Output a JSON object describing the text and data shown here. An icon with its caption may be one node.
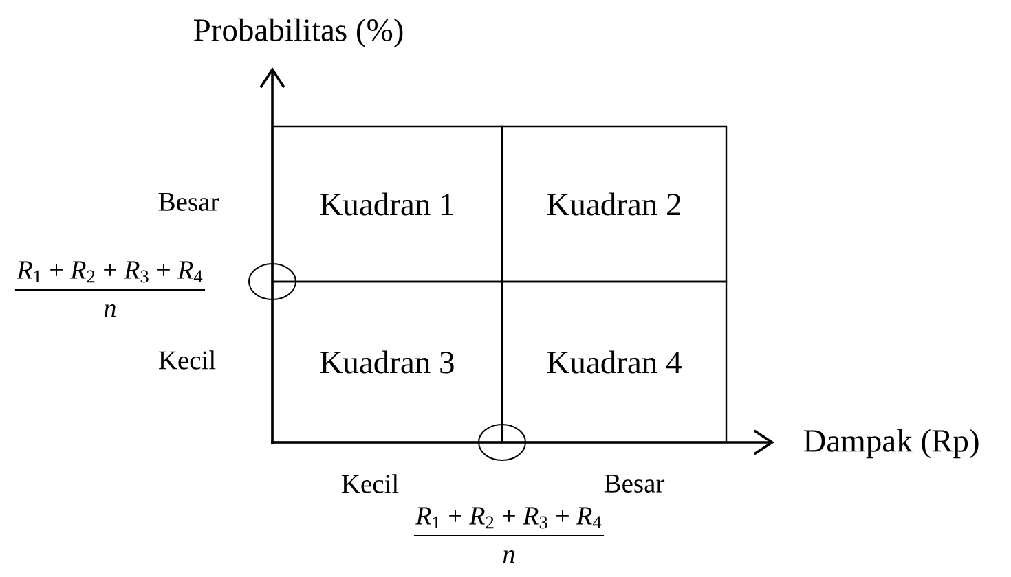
{
  "diagram": {
    "nodes": [
      {
        "text": [
          "Kuadran 1"
        ]
      },
      {
        "text": [
          "Kuadran 2"
        ]
      },
      {
        "text": [
          "Kuadran 3"
        ]
      },
      {
        "text": [
          "Kuadran 4"
        ]
      }
    ],
    "labels": [
      "Probabilitas (%)",
      "Besar",
      "*R*$_{1}$ + *R*$_{2}$ + *R*$_{3}$ + *R*$_{4}$",
      "n",
      "Kecil",
      "Dampak (Rp)",
      "Kecil",
      "Besar",
      "*R*$_{1}$ + *R*$_{2}$ + *R*$_{3}$ + *R*$_{4}$",
      "n"
    ]
  }
}
